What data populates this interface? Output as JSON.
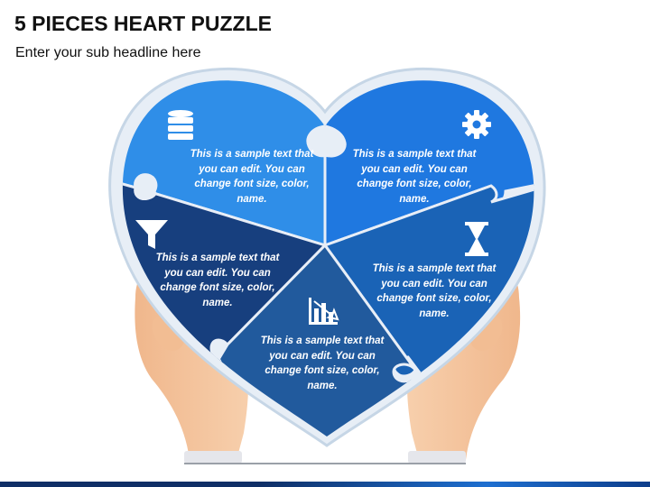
{
  "header": {
    "title": "5 PIECES HEART PUZZLE",
    "subtitle": "Enter your sub headline here"
  },
  "pieces": [
    {
      "id": "top-left",
      "icon": "database-icon",
      "color": "#2f8ee8",
      "text": "This is a sample text that you can edit. You can change font size, color, name."
    },
    {
      "id": "top-right",
      "icon": "gear-icon",
      "color": "#1f78e0",
      "text": "This is a sample text that you can edit. You can change font size, color, name."
    },
    {
      "id": "mid-left",
      "icon": "funnel-icon",
      "color": "#173f7e",
      "text": "This is a sample text that you can edit. You can change font size, color, name."
    },
    {
      "id": "mid-right",
      "icon": "hourglass-icon",
      "color": "#1a63b6",
      "text": "This is a sample text that you can edit. You can change font size, color, name."
    },
    {
      "id": "bottom",
      "icon": "bar-chart-icon",
      "color": "#215a9d",
      "text": "This is a sample text that you can edit. You can change font size, color, name."
    }
  ],
  "colors": {
    "heart_outline": "#c6d6e6",
    "skin": "#f3c39b",
    "cuff": "#e8e9ee",
    "bottom_bar": "#15479a"
  }
}
